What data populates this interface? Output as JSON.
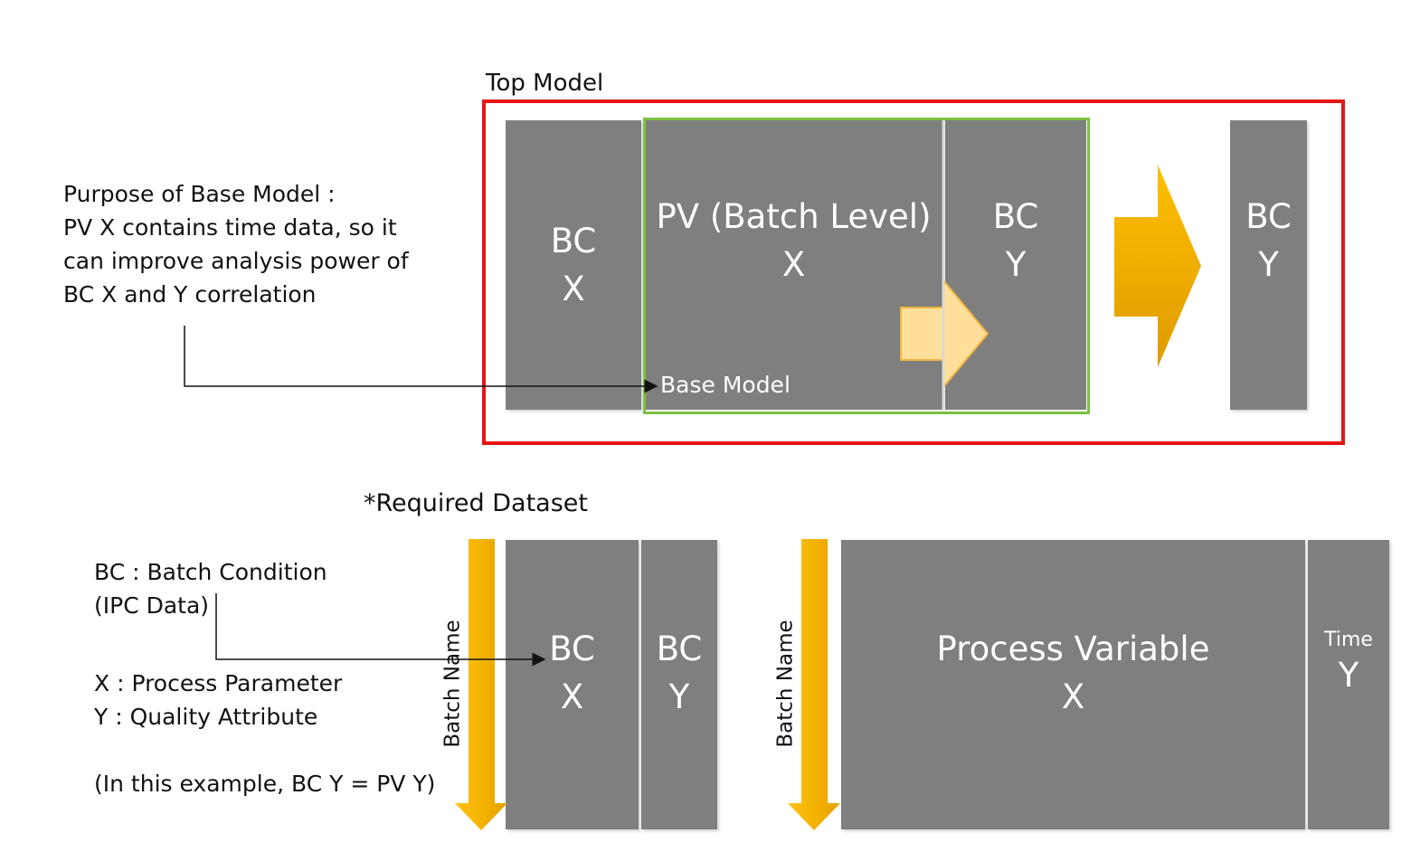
{
  "top_model": {
    "label": "Top Model",
    "bc_x": {
      "line1": "BC",
      "line2": "X"
    },
    "pv_batch": {
      "line1": "PV (Batch Level)",
      "line2": "X"
    },
    "bc_y_inner": {
      "line1": "BC",
      "line2": "Y"
    },
    "bc_y_out": {
      "line1": "BC",
      "line2": "Y"
    },
    "base_model_label": "Base Model",
    "frame_color": "#e81416",
    "base_frame_color": "#7dc142"
  },
  "purpose_note": {
    "lines": [
      "Purpose of Base Model :",
      "PV X contains time data, so it",
      "can improve analysis power of",
      "BC X and Y correlation"
    ]
  },
  "required_dataset": {
    "title": "*Required Dataset",
    "batch_axis_label": "Batch Name",
    "bc_x": {
      "line1": "BC",
      "line2": "X"
    },
    "bc_y": {
      "line1": "BC",
      "line2": "Y"
    },
    "process_variable": {
      "line1": "Process Variable",
      "line2": "X"
    },
    "time_y": {
      "line1": "Time",
      "line2": "Y"
    }
  },
  "legend_note": {
    "line1": "BC : Batch Condition",
    "line2": "(IPC Data)",
    "line3": "X : Process Parameter",
    "line4": "Y : Quality Attribute",
    "line5": "(In this example, BC Y = PV Y)"
  },
  "colors": {
    "block_gray": "#7f7f7f",
    "arrow_gold": "#f5b300",
    "arrow_pale": "#ffdf9a"
  }
}
